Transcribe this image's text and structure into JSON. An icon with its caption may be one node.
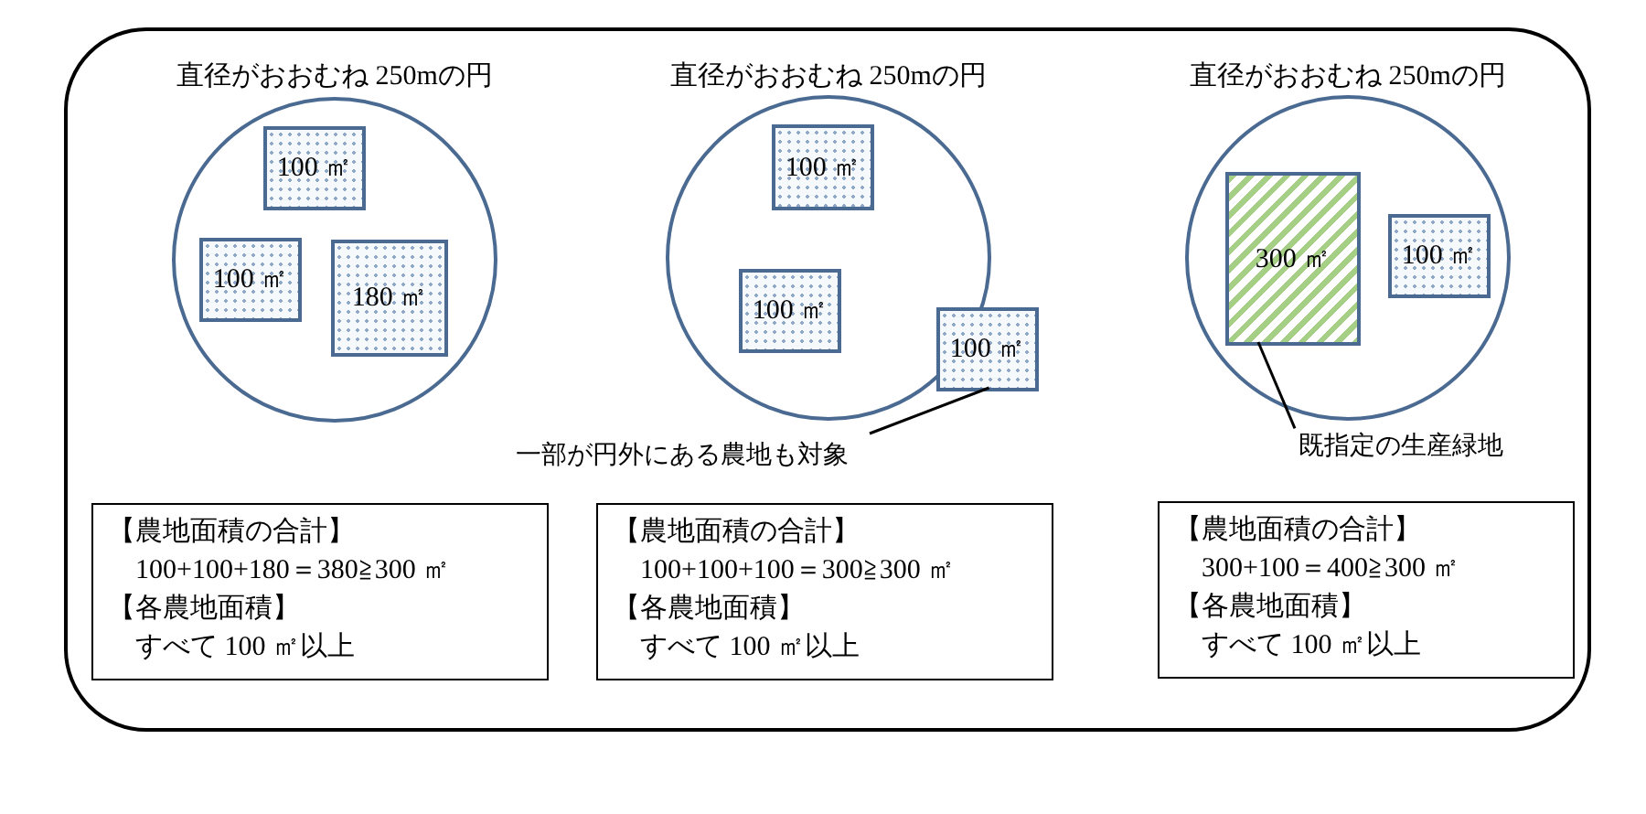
{
  "diagram": {
    "nodes": [
      {
        "text": [],
        "shape": "box"
      },
      {
        "text": [
          "直径がおおむね 250mの円"
        ],
        "in": 0
      },
      {
        "text": [
          "100 ㎡"
        ],
        "in": 1
      },
      {
        "text": [
          "100 ㎡"
        ],
        "in": 1
      },
      {
        "text": [
          "180 ㎡"
        ],
        "in": 1
      },
      {
        "text": [
          "直径がおおむね 250mの円"
        ],
        "in": 0
      },
      {
        "text": [
          "100 ㎡"
        ],
        "in": 5
      },
      {
        "text": [
          "100 ㎡"
        ],
        "in": 5
      },
      {
        "text": [
          "100 ㎡"
        ],
        "in": 0
      },
      {
        "text": [
          "一部が円外にある農地も対象"
        ],
        "in": 0
      },
      {
        "text": [
          "直径がおおむね 250mの円"
        ],
        "in": 0
      },
      {
        "text": [
          "300 ㎡"
        ],
        "in": 10
      },
      {
        "text": [
          "100 ㎡"
        ],
        "in": 10
      },
      {
        "text": [
          "既指定の生産緑地"
        ],
        "in": 0
      },
      {
        "text": [
          "【農地面積の合計】",
          "100+100+180＝380≧300 ㎡",
          "【各農地面積】",
          "すべて 100 ㎡以上"
        ],
        "in": 0
      },
      {
        "text": [
          "【農地面積の合計】",
          "100+100+100＝300≧300 ㎡",
          "【各農地面積】",
          "すべて 100 ㎡以上"
        ],
        "in": 0
      },
      {
        "text": [
          "【農地面積の合計】",
          "300+100＝400≧300 ㎡",
          "【各農地面積】",
          "すべて 100 ㎡以上"
        ],
        "in": 0
      }
    ],
    "edges": [
      {
        "from": 9,
        "to": 8,
        "arrow": "none"
      },
      {
        "from": 13,
        "to": 11,
        "arrow": "none"
      }
    ]
  }
}
